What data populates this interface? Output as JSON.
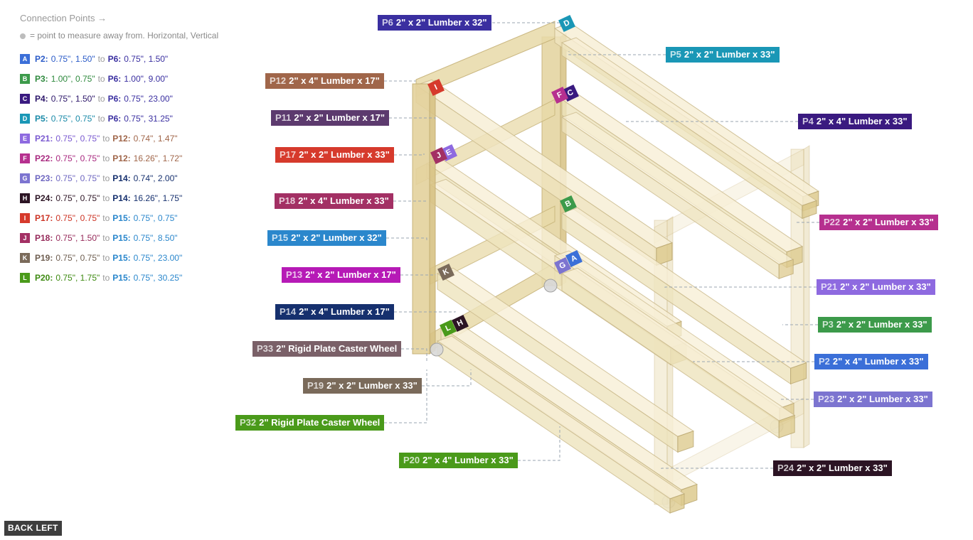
{
  "legend": {
    "title": "Connection Points →",
    "subtitle": "= point to measure away from. Horizontal, Vertical",
    "to_word": "to",
    "rows": [
      {
        "letter": "A",
        "color": "#3b6fd8",
        "from": "P2:",
        "from_vals": "0.75\", 1.50\"",
        "to": "P6:",
        "to_vals": "0.75\", 1.50\"",
        "from_color": "#2b5bc8",
        "to_color": "#3a2fa0"
      },
      {
        "letter": "B",
        "color": "#3c9a4a",
        "from": "P3:",
        "from_vals": "1.00\", 0.75\"",
        "to": "P6:",
        "to_vals": "1.00\", 9.00\"",
        "from_color": "#2f8a3e",
        "to_color": "#3a2fa0"
      },
      {
        "letter": "C",
        "color": "#3a1a80",
        "from": "P4:",
        "from_vals": "0.75\", 1.50\"",
        "to": "P6:",
        "to_vals": "0.75\", 23.00\"",
        "from_color": "#2d176a",
        "to_color": "#3a2fa0"
      },
      {
        "letter": "D",
        "color": "#1a97b6",
        "from": "P5:",
        "from_vals": "0.75\", 0.75\"",
        "to": "P6:",
        "to_vals": "0.75\", 31.25\"",
        "from_color": "#1a8aa8",
        "to_color": "#3a2fa0"
      },
      {
        "letter": "E",
        "color": "#8e6ae0",
        "from": "P21:",
        "from_vals": "0.75\", 0.75\"",
        "to": "P12:",
        "to_vals": "0.74\", 1.47\"",
        "from_color": "#7a59d0",
        "to_color": "#a0664a"
      },
      {
        "letter": "F",
        "color": "#b6308f",
        "from": "P22:",
        "from_vals": "0.75\", 0.75\"",
        "to": "P12:",
        "to_vals": "16.26\", 1.72\"",
        "from_color": "#a8287f",
        "to_color": "#a0664a"
      },
      {
        "letter": "G",
        "color": "#7c74d0",
        "from": "P23:",
        "from_vals": "0.75\", 0.75\"",
        "to": "P14:",
        "to_vals": "0.74\", 2.00\"",
        "from_color": "#6e66c0",
        "to_color": "#16306e"
      },
      {
        "letter": "H",
        "color": "#2c1424",
        "from": "P24:",
        "from_vals": "0.75\", 0.75\"",
        "to": "P14:",
        "to_vals": "16.26\", 1.75\"",
        "from_color": "#2c1424",
        "to_color": "#16306e"
      },
      {
        "letter": "I",
        "color": "#d63a2c",
        "from": "P17:",
        "from_vals": "0.75\", 0.75\"",
        "to": "P15:",
        "to_vals": "0.75\", 0.75\"",
        "from_color": "#cc3324",
        "to_color": "#2b87cc"
      },
      {
        "letter": "J",
        "color": "#a33064",
        "from": "P18:",
        "from_vals": "0.75\", 1.50\"",
        "to": "P15:",
        "to_vals": "0.75\", 8.50\"",
        "from_color": "#962a5a",
        "to_color": "#2b87cc"
      },
      {
        "letter": "K",
        "color": "#7a6a5a",
        "from": "P19:",
        "from_vals": "0.75\", 0.75\"",
        "to": "P15:",
        "to_vals": "0.75\", 23.00\"",
        "from_color": "#6e5e50",
        "to_color": "#2b87cc"
      },
      {
        "letter": "L",
        "color": "#4a9a1a",
        "from": "P20:",
        "from_vals": "0.75\", 1.75\"",
        "to": "P15:",
        "to_vals": "0.75\", 30.25\"",
        "from_color": "#3e8a12",
        "to_color": "#2b87cc"
      }
    ]
  },
  "part_labels": [
    {
      "id": "P6",
      "text": "2\" x 2\" Lumber x 32\"",
      "color": "#3a2fa0"
    },
    {
      "id": "P5",
      "text": "2\" x 2\" Lumber x 33\"",
      "color": "#1a97b6"
    },
    {
      "id": "P12",
      "text": "2\" x 4\" Lumber  x 17\"",
      "color": "#a0664a"
    },
    {
      "id": "P11",
      "text": "2\" x 2\" Lumber x 17\"",
      "color": "#5c3a6e"
    },
    {
      "id": "P4",
      "text": "2\" x 4\" Lumber  x 33\"",
      "color": "#3a1a80"
    },
    {
      "id": "P17",
      "text": "2\" x 2\" Lumber x 33\"",
      "color": "#d63a2c"
    },
    {
      "id": "P18",
      "text": "2\" x 4\" Lumber  x 33\"",
      "color": "#a33064"
    },
    {
      "id": "P22",
      "text": "2\" x 2\" Lumber x 33\"",
      "color": "#b6308f"
    },
    {
      "id": "P15",
      "text": "2\" x 2\" Lumber x 32\"",
      "color": "#2b87cc"
    },
    {
      "id": "P13",
      "text": "2\" x 2\" Lumber x 17\"",
      "color": "#b61ab6"
    },
    {
      "id": "P21",
      "text": "2\" x 2\" Lumber x 33\"",
      "color": "#8e6ae0"
    },
    {
      "id": "P14",
      "text": "2\" x 4\" Lumber  x 17\"",
      "color": "#16306e"
    },
    {
      "id": "P3",
      "text": "2\" x 2\" Lumber x 33\"",
      "color": "#3c9a4a"
    },
    {
      "id": "P33",
      "text": "2\" Rigid Plate Caster Wheel",
      "color": "#7a6068"
    },
    {
      "id": "P2",
      "text": "2\" x 4\" Lumber  x 33\"",
      "color": "#3b6fd8"
    },
    {
      "id": "P19",
      "text": "2\" x 2\" Lumber x 33\"",
      "color": "#7a6a5a"
    },
    {
      "id": "P23",
      "text": "2\" x 2\" Lumber x 33\"",
      "color": "#7c74d0"
    },
    {
      "id": "P32",
      "text": "2\" Rigid Plate Caster Wheel",
      "color": "#4a9a1a"
    },
    {
      "id": "P20",
      "text": "2\" x 4\" Lumber  x 33\"",
      "color": "#4a9a1a"
    },
    {
      "id": "P24",
      "text": "2\" x 2\" Lumber x 33\"",
      "color": "#2c1424"
    }
  ],
  "markers": {
    "A": "#3b6fd8",
    "B": "#3c9a4a",
    "C": "#3a1a80",
    "D": "#1a97b6",
    "E": "#8e6ae0",
    "F": "#b6308f",
    "G": "#7c74d0",
    "H": "#2c1424",
    "I": "#d63a2c",
    "J": "#a33064",
    "K": "#7a6a5a",
    "L": "#4a9a1a"
  },
  "back_button": "BACK LEFT"
}
